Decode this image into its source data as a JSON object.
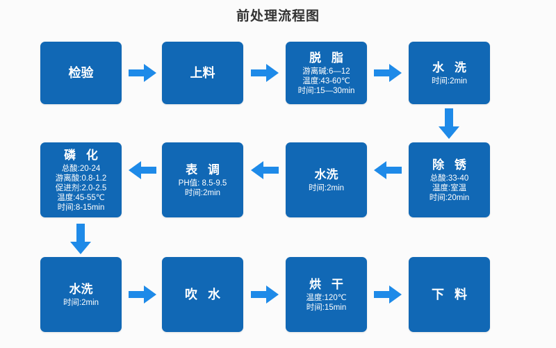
{
  "title": "前处理流程图",
  "colors": {
    "background": "#fbfbfb",
    "node_fill": "#1168b5",
    "arrow_fill": "#1e8ae8",
    "title_text": "#333333",
    "node_text": "#ffffff"
  },
  "flow": {
    "rows": [
      {
        "id": "row-1",
        "direction": "right",
        "nodes": [
          {
            "id": "inspection",
            "title": "检验",
            "spaced": false,
            "lines": []
          },
          {
            "id": "loading",
            "title": "上料",
            "spaced": false,
            "lines": []
          },
          {
            "id": "degreasing",
            "title": "脱 脂",
            "spaced": true,
            "lines": [
              "游离碱:6—12",
              "温度:43-60℃",
              "时间:15—30min"
            ]
          },
          {
            "id": "water-wash-1",
            "title": "水 洗",
            "spaced": true,
            "lines": [
              "时间:2min"
            ]
          }
        ]
      },
      {
        "id": "row-2",
        "direction": "left",
        "nodes": [
          {
            "id": "phosphating",
            "title": "磷 化",
            "spaced": true,
            "lines": [
              "总酸:20-24",
              "游离酸:0.8-1.2",
              "促进剂:2.0-2.5",
              "温度:45-55℃",
              "时间:8-15min"
            ]
          },
          {
            "id": "surface-conditioning",
            "title": "表 调",
            "spaced": true,
            "lines": [
              "PH值: 8.5-9.5",
              "时间:2min"
            ]
          },
          {
            "id": "water-wash-2",
            "title": "水洗",
            "spaced": false,
            "lines": [
              "时间:2min"
            ]
          },
          {
            "id": "derusting",
            "title": "除 锈",
            "spaced": true,
            "lines": [
              "总酸:33-40",
              "温度:室温",
              "时间:20min"
            ]
          }
        ]
      },
      {
        "id": "row-3",
        "direction": "right",
        "nodes": [
          {
            "id": "water-wash-3",
            "title": "水洗",
            "spaced": false,
            "lines": [
              "时间:2min"
            ]
          },
          {
            "id": "air-blow",
            "title": "吹 水",
            "spaced": true,
            "lines": []
          },
          {
            "id": "drying",
            "title": "烘 干",
            "spaced": true,
            "lines": [
              "温度:120℃",
              "时间:15min"
            ]
          },
          {
            "id": "unloading",
            "title": "下 料",
            "spaced": true,
            "lines": []
          }
        ]
      }
    ],
    "connectors": [
      {
        "id": "conn-r1-1",
        "kind": "arrow-right"
      },
      {
        "id": "conn-r1-2",
        "kind": "arrow-right"
      },
      {
        "id": "conn-r1-3",
        "kind": "arrow-right"
      },
      {
        "id": "conn-down-right",
        "kind": "arrow-down"
      },
      {
        "id": "conn-r2-1",
        "kind": "arrow-left"
      },
      {
        "id": "conn-r2-2",
        "kind": "arrow-left"
      },
      {
        "id": "conn-r2-3",
        "kind": "arrow-left"
      },
      {
        "id": "conn-down-left",
        "kind": "arrow-down"
      },
      {
        "id": "conn-r3-1",
        "kind": "arrow-right"
      },
      {
        "id": "conn-r3-2",
        "kind": "arrow-right"
      },
      {
        "id": "conn-r3-3",
        "kind": "arrow-right"
      }
    ]
  }
}
